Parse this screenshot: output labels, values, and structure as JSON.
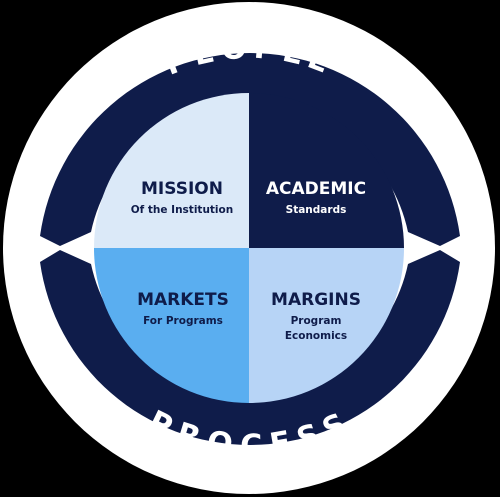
{
  "colors": {
    "outer": "#ffffff",
    "ring": "#0f1c4a",
    "mission_fill": "#dbe9f8",
    "academic_fill": "#0f1c4a",
    "markets_fill": "#5aaef0",
    "margins_fill": "#b7d4f6",
    "dark_text": "#0f1c4a",
    "light_text": "#ffffff"
  },
  "ring": {
    "top_word": "PEOPLE",
    "bottom_word": "PROCESS"
  },
  "quadrants": {
    "mission": {
      "title": "MISSION",
      "subtitle": [
        "Of the Institution"
      ]
    },
    "academic": {
      "title": "ACADEMIC",
      "subtitle": [
        "Standards"
      ]
    },
    "markets": {
      "title": "MARKETS",
      "subtitle": [
        "For Programs"
      ]
    },
    "margins": {
      "title": "MARGINS",
      "subtitle": [
        "Program",
        "Economics"
      ]
    }
  }
}
